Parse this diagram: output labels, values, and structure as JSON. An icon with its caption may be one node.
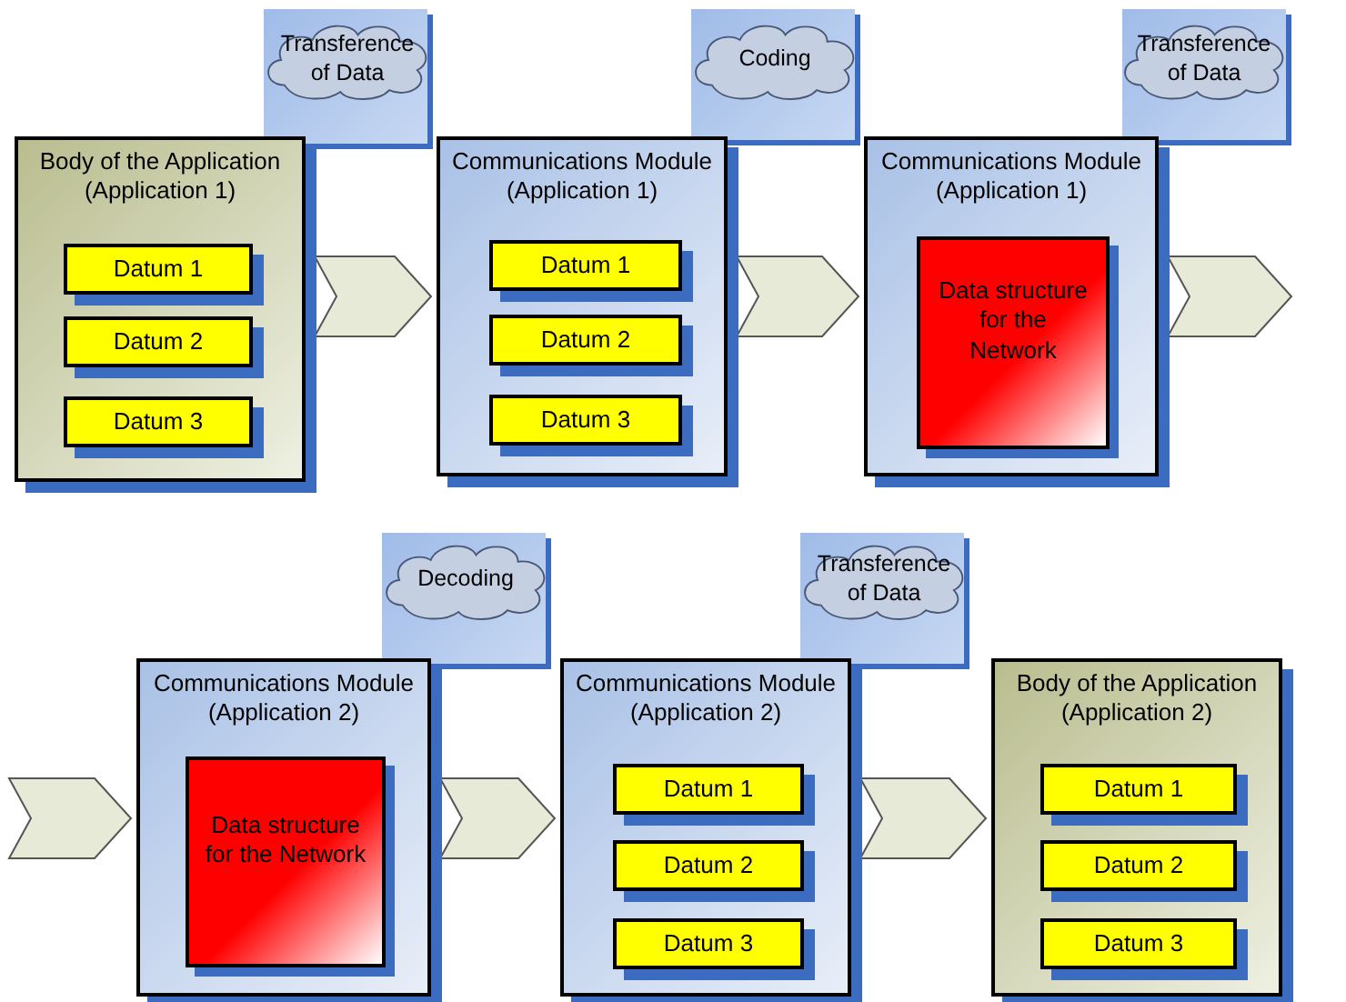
{
  "diagram": {
    "nodes": [
      {
        "text": [
          "Transference of Data"
        ]
      },
      {
        "text": [
          "Coding"
        ]
      },
      {
        "text": [
          "Transference of Data"
        ]
      },
      {
        "text": [
          "Body of the Application (Application 1)"
        ]
      },
      {
        "text": [
          "Datum 1"
        ],
        "in": 3
      },
      {
        "text": [
          "Datum 2"
        ],
        "in": 3
      },
      {
        "text": [
          "Datum 3"
        ],
        "in": 3
      },
      {
        "text": [
          "Communications Module (Application 1)"
        ]
      },
      {
        "text": [
          "Datum 1"
        ],
        "in": 7
      },
      {
        "text": [
          "Datum 2"
        ],
        "in": 7
      },
      {
        "text": [
          "Datum 3"
        ],
        "in": 7
      },
      {
        "text": [
          "Communications Module (Application 1)"
        ]
      },
      {
        "text": [
          "Data structure for the Network"
        ],
        "in": 11
      },
      {
        "text": [
          "Decoding"
        ]
      },
      {
        "text": [
          "Transference of Data"
        ]
      },
      {
        "text": [
          "Communications Module (Application 2)"
        ]
      },
      {
        "text": [
          "Data structure for the Network"
        ],
        "in": 15
      },
      {
        "text": [
          "Communications Module (Application 2)"
        ]
      },
      {
        "text": [
          "Datum 1"
        ],
        "in": 17
      },
      {
        "text": [
          "Datum 2"
        ],
        "in": 17
      },
      {
        "text": [
          "Datum 3"
        ],
        "in": 17
      },
      {
        "text": [
          "Body of the Application (Application 2)"
        ]
      },
      {
        "text": [
          "Datum 1"
        ],
        "in": 21
      },
      {
        "text": [
          "Datum 2"
        ],
        "in": 21
      },
      {
        "text": [
          "Datum 3"
        ],
        "in": 21
      }
    ],
    "edges": [
      {
        "from": 3,
        "to": 7,
        "arrow": "to"
      },
      {
        "from": 7,
        "to": 11,
        "arrow": "to"
      },
      {
        "from": 11,
        "to": null,
        "arrow": "to"
      },
      {
        "from": null,
        "to": 15,
        "arrow": "to"
      },
      {
        "from": 15,
        "to": 17,
        "arrow": "to"
      },
      {
        "from": 17,
        "to": 21,
        "arrow": "to"
      }
    ]
  }
}
